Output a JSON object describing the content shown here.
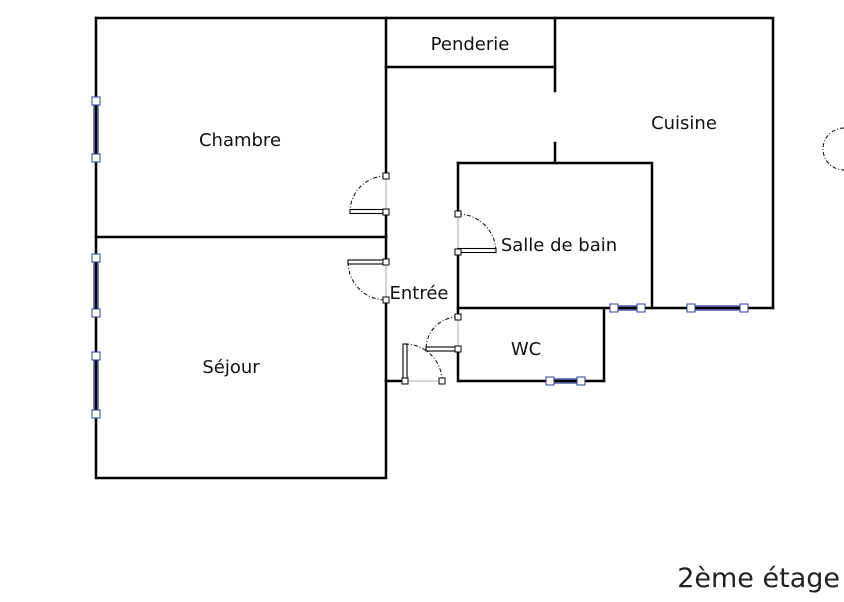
{
  "rooms": {
    "penderie": "Penderie",
    "cuisine": "Cuisine",
    "chambre": "Chambre",
    "salle_de_bain": "Salle de bain",
    "entree": "Entrée",
    "wc": "WC",
    "sejour": "Séjour"
  },
  "floor_label": "2ème étage",
  "colors": {
    "wall": "#000000",
    "window": "#2b3f8f",
    "background": "#ffffff"
  }
}
